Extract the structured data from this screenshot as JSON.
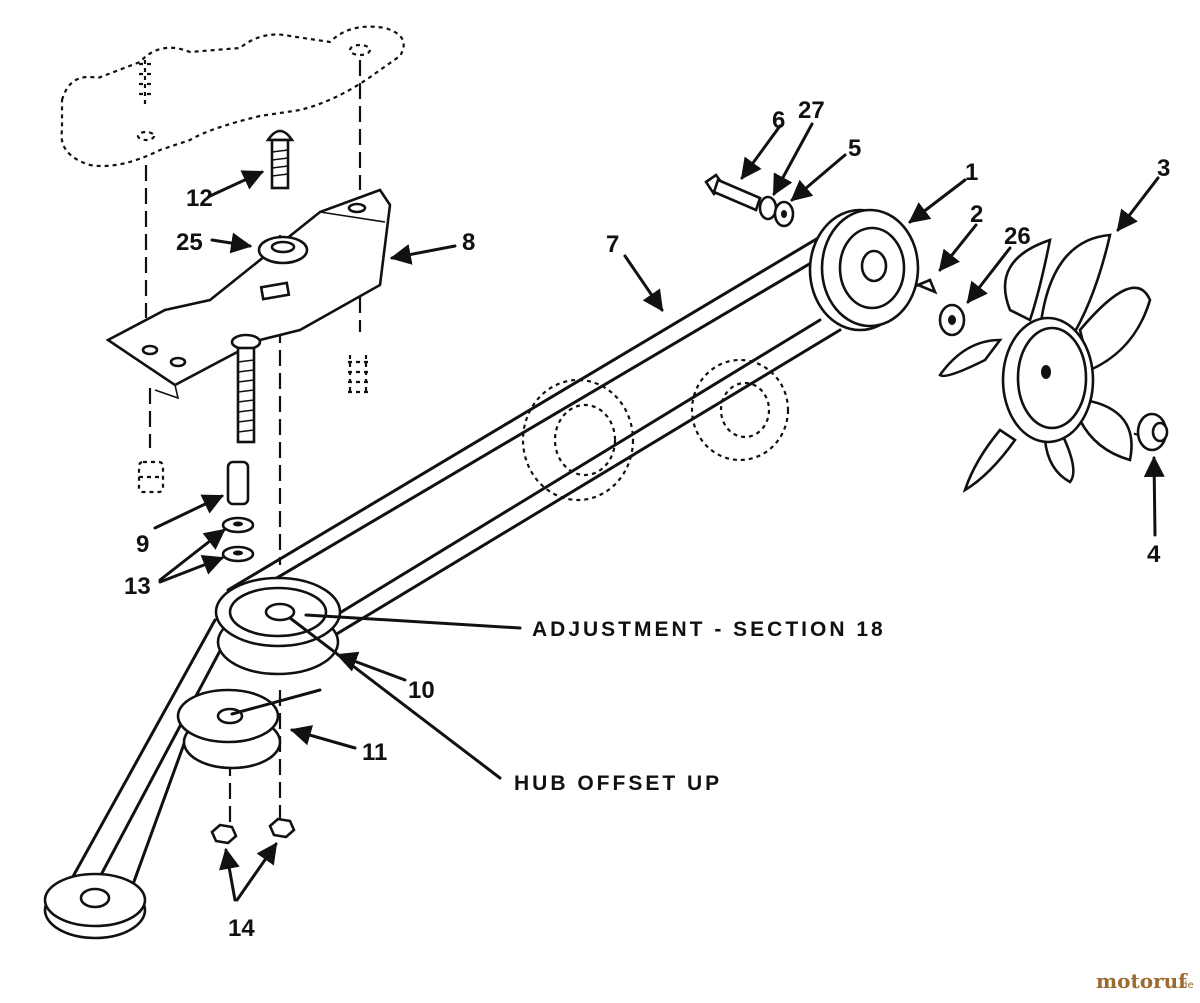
{
  "diagram": {
    "callouts": {
      "c1": "1",
      "c2": "2",
      "c3": "3",
      "c4": "4",
      "c5": "5",
      "c6": "6",
      "c7": "7",
      "c8": "8",
      "c9": "9",
      "c10": "10",
      "c11": "11",
      "c12": "12",
      "c13": "13",
      "c14": "14",
      "c25": "25",
      "c26": "26",
      "c27": "27"
    },
    "notes": {
      "adjustment": "ADJUSTMENT - SECTION 18",
      "hub_offset": "HUB OFFSET UP"
    }
  },
  "watermark": {
    "brand": "motoruf",
    "tld": ".de"
  }
}
